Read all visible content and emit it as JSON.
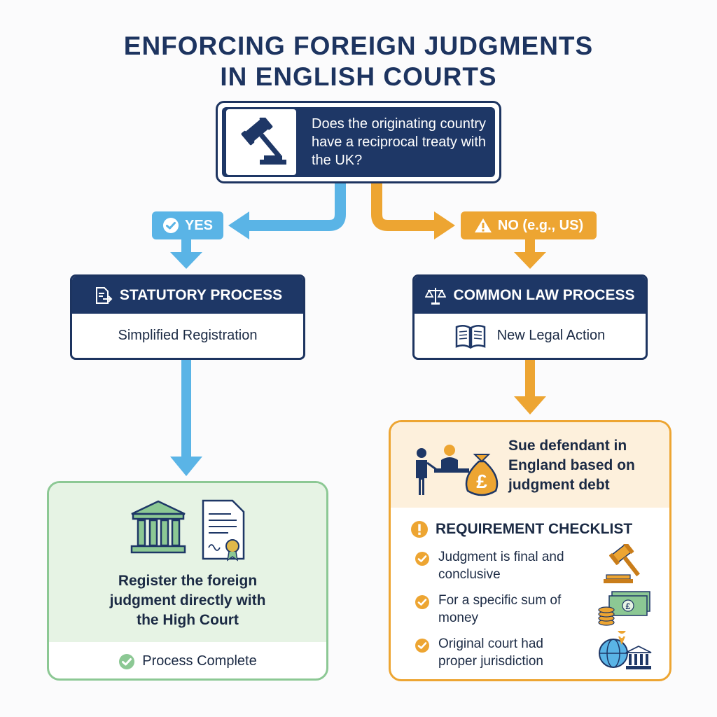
{
  "title": {
    "line1": "ENFORCING FOREIGN JUDGMENTS",
    "line2": "IN ENGLISH COURTS"
  },
  "question": {
    "icon": "gavel-icon",
    "text": "Does the originating country have a reciprocal treaty with the UK?"
  },
  "branches": {
    "yes": {
      "label": "YES",
      "icon": "check-circle-icon",
      "color": "#5ab4e6"
    },
    "no": {
      "label": "NO (e.g., US)",
      "icon": "warning-icon",
      "color": "#eda532"
    }
  },
  "statutory": {
    "heading": "STATUTORY PROCESS",
    "icon": "document-arrow-icon",
    "body": "Simplified Registration"
  },
  "common_law": {
    "heading": "COMMON LAW PROCESS",
    "icon": "scales-icon",
    "body": "New Legal Action",
    "body_icon": "open-book-icon"
  },
  "register": {
    "icons": [
      "courthouse-icon",
      "certificate-icon"
    ],
    "text": "Register the foreign judgment directly with the High Court",
    "footer": "Process Complete",
    "footer_icon": "check-circle-icon"
  },
  "sue": {
    "icons": [
      "lawyer-figure-icon",
      "pound-money-bag-icon"
    ],
    "text": "Sue defendant in England based on judgment debt",
    "checklist_heading": "REQUIREMENT CHECKLIST",
    "checklist_icon": "exclamation-icon",
    "items": [
      {
        "text": "Judgment is final and conclusive",
        "icon": "gavel-icon"
      },
      {
        "text": "For a specific sum of money",
        "icon": "cash-coins-icon"
      },
      {
        "text": "Original court had proper jurisdiction",
        "icon": "globe-courthouse-icon"
      }
    ]
  },
  "colors": {
    "navy": "#1e3766",
    "blue": "#5ab4e6",
    "orange": "#eda532",
    "green_border": "#8cc894",
    "green_fill": "#e6f3e4",
    "orange_fill": "#fdf0dc"
  }
}
